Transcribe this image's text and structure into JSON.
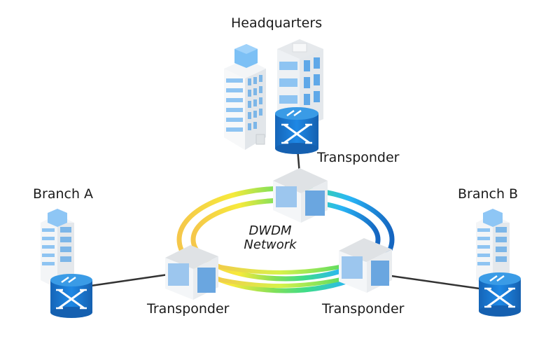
{
  "diagram": {
    "title": "DWDM Network Topology",
    "network": {
      "label_line1": "DWDM",
      "label_line2": "Network",
      "ring_colors": [
        "#3ddc6a",
        "#f7e53b",
        "#f5c74a",
        "#1e88e5",
        "#29b6f6"
      ]
    },
    "sites": {
      "headquarters": {
        "label": "Headquarters"
      },
      "branch_a": {
        "label": "Branch A"
      },
      "branch_b": {
        "label": "Branch B"
      }
    },
    "nodes": {
      "transponder_top": {
        "label": "Transponder"
      },
      "transponder_left": {
        "label": "Transponder"
      },
      "transponder_right": {
        "label": "Transponder"
      }
    },
    "colors": {
      "router_blue": "#1e7fd0",
      "router_top": "#3a9be6",
      "building_window": "#8ec4f2",
      "building_body": "#f0f2f4",
      "link_line": "#333333"
    }
  }
}
